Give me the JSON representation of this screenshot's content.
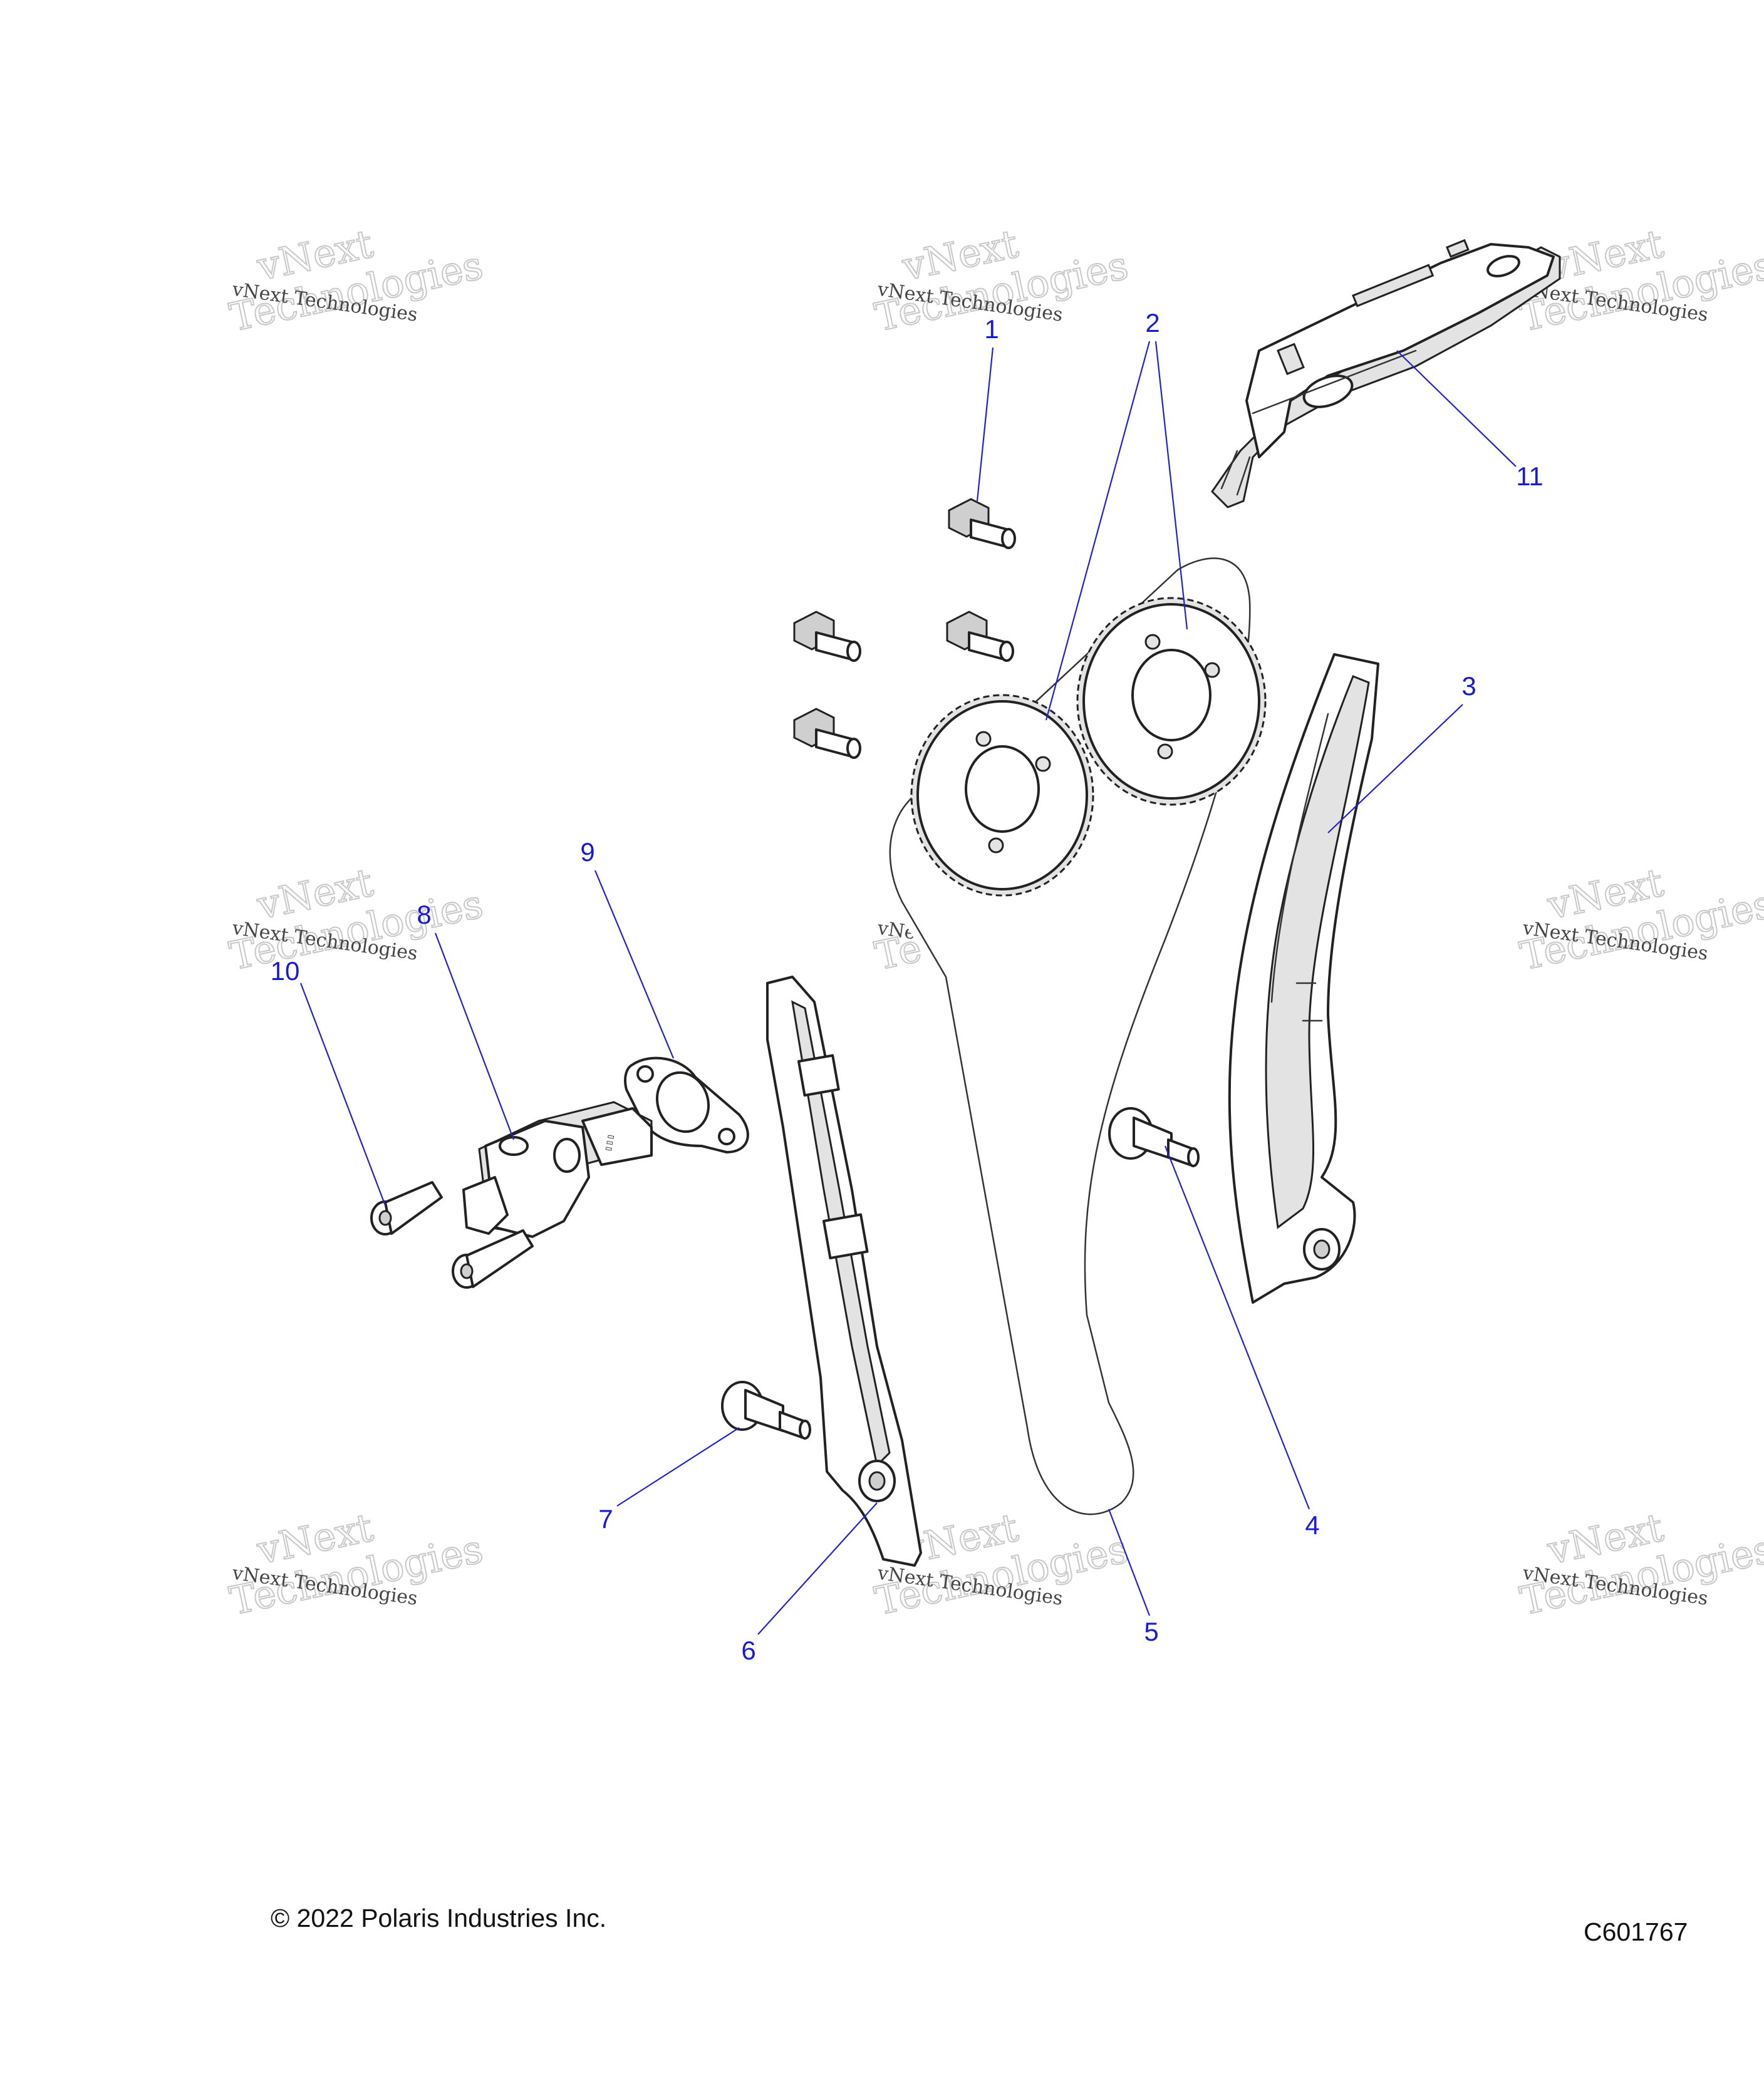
{
  "callouts": [
    "1",
    "2",
    "3",
    "4",
    "5",
    "6",
    "7",
    "8",
    "9",
    "10",
    "11"
  ],
  "watermark": {
    "line1": "vNext Technologies",
    "line2": "vNext",
    "line3": "Technologies"
  },
  "footer": {
    "copyright": "© 2022 Polaris Industries Inc.",
    "drawing_number": "C601767"
  },
  "colors": {
    "callout": "#1a1ad6",
    "leader": "#2222cc",
    "linework": "#222222"
  }
}
